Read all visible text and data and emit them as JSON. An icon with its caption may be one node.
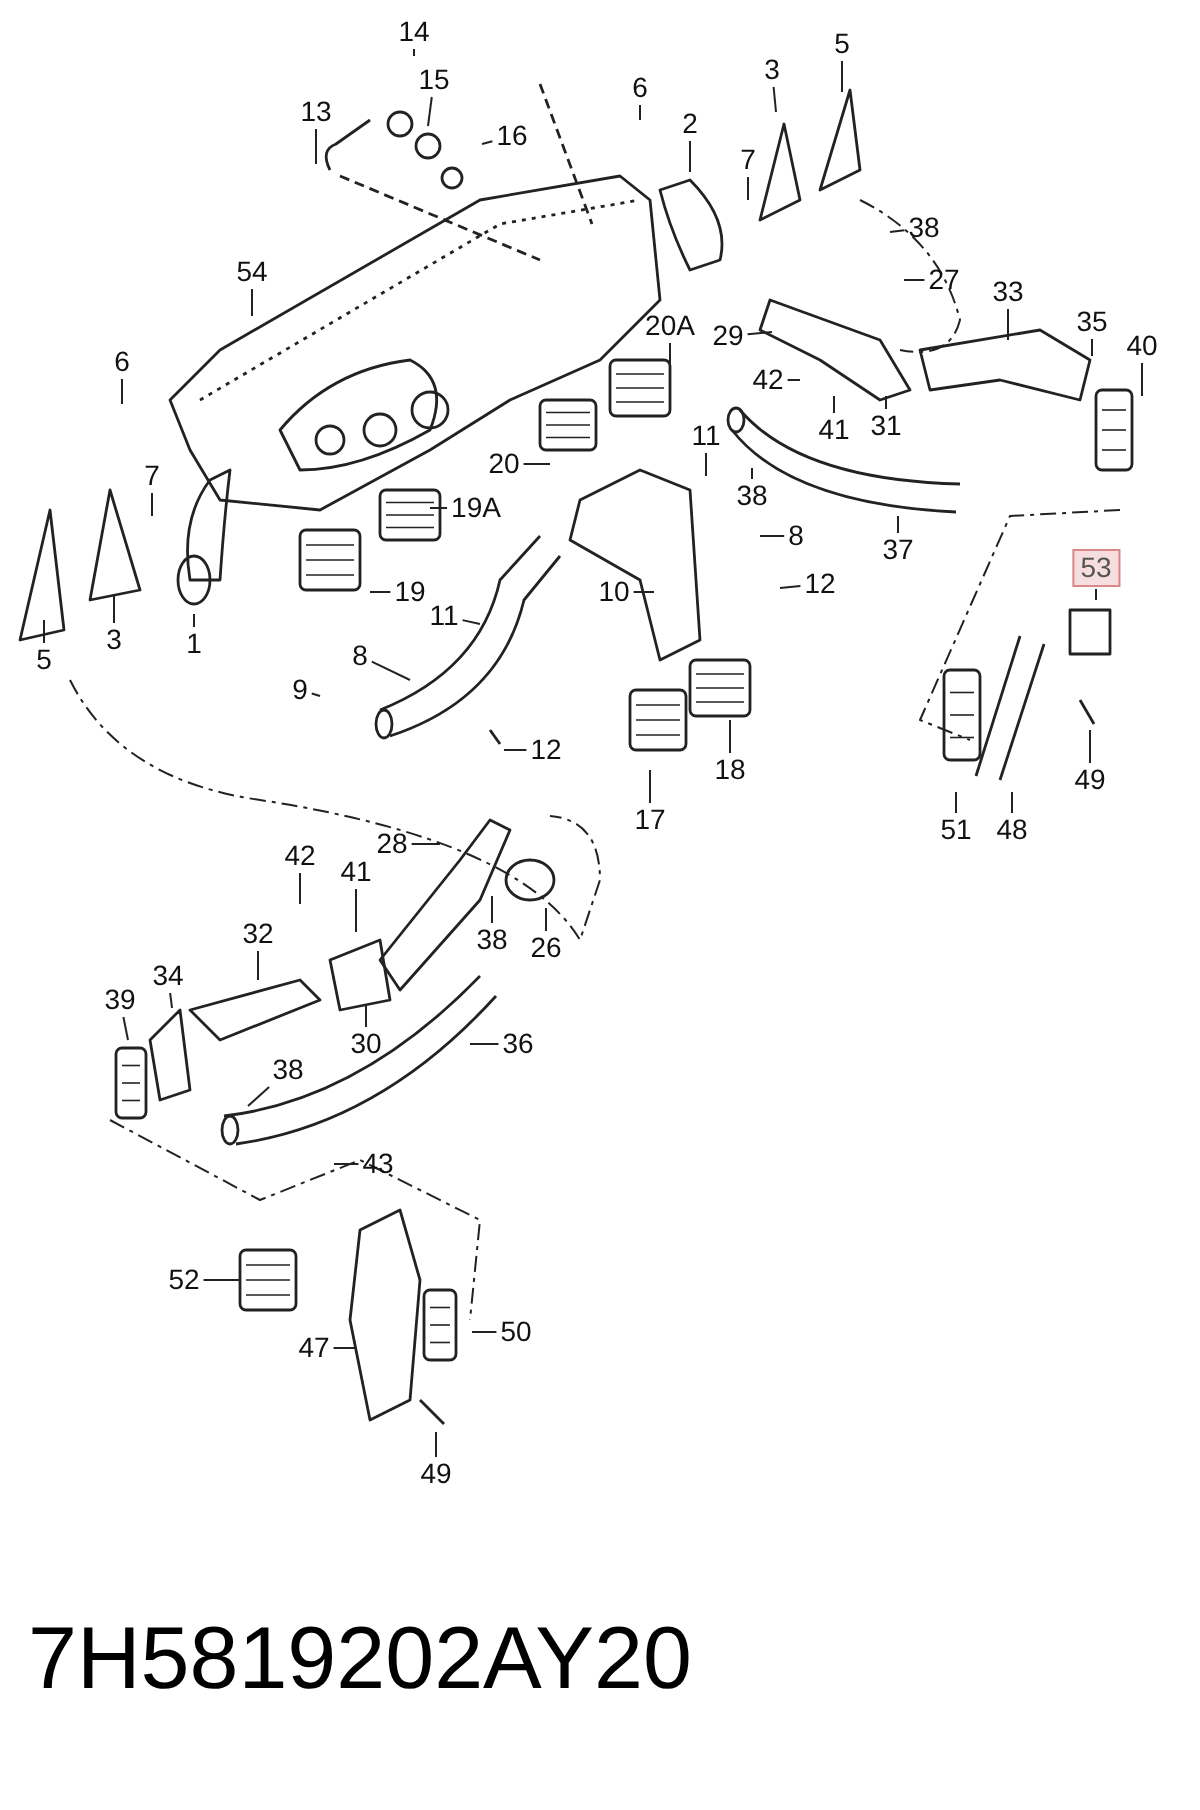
{
  "diagram": {
    "caption": "7H5819202AY20",
    "nodes": [
      {
        "text": [
          "14"
        ]
      },
      {
        "text": [
          "15"
        ]
      },
      {
        "text": [
          "13"
        ]
      },
      {
        "text": [
          "16"
        ]
      },
      {
        "text": [
          "6"
        ]
      },
      {
        "text": [
          "2"
        ]
      },
      {
        "text": [
          "3"
        ]
      },
      {
        "text": [
          "5"
        ]
      },
      {
        "text": [
          "7"
        ]
      },
      {
        "text": [
          "38"
        ]
      },
      {
        "text": [
          "27"
        ]
      },
      {
        "text": [
          "54"
        ]
      },
      {
        "text": [
          "33"
        ]
      },
      {
        "text": [
          "29"
        ]
      },
      {
        "text": [
          "20A"
        ]
      },
      {
        "text": [
          "35"
        ]
      },
      {
        "text": [
          "40"
        ]
      },
      {
        "text": [
          "42"
        ]
      },
      {
        "text": [
          "41"
        ]
      },
      {
        "text": [
          "31"
        ]
      },
      {
        "text": [
          "6"
        ]
      },
      {
        "text": [
          "20"
        ]
      },
      {
        "text": [
          "11"
        ]
      },
      {
        "text": [
          "7"
        ]
      },
      {
        "text": [
          "19A"
        ]
      },
      {
        "text": [
          "38"
        ]
      },
      {
        "text": [
          "8"
        ]
      },
      {
        "text": [
          "12"
        ]
      },
      {
        "text": [
          "5"
        ]
      },
      {
        "text": [
          "3"
        ]
      },
      {
        "text": [
          "1"
        ]
      },
      {
        "text": [
          "37"
        ]
      },
      {
        "text": [
          "19"
        ]
      },
      {
        "text": [
          "10"
        ]
      },
      {
        "text": [
          "53"
        ]
      },
      {
        "text": [
          "11"
        ]
      },
      {
        "text": [
          "8"
        ]
      },
      {
        "text": [
          "9"
        ]
      },
      {
        "text": [
          "12"
        ]
      },
      {
        "text": [
          "17"
        ]
      },
      {
        "text": [
          "18"
        ]
      },
      {
        "text": [
          "49"
        ]
      },
      {
        "text": [
          "51"
        ]
      },
      {
        "text": [
          "48"
        ]
      },
      {
        "text": [
          "28"
        ]
      },
      {
        "text": [
          "42"
        ]
      },
      {
        "text": [
          "41"
        ]
      },
      {
        "text": [
          "38"
        ]
      },
      {
        "text": [
          "26"
        ]
      },
      {
        "text": [
          "32"
        ]
      },
      {
        "text": [
          "34"
        ]
      },
      {
        "text": [
          "30"
        ]
      },
      {
        "text": [
          "39"
        ]
      },
      {
        "text": [
          "36"
        ]
      },
      {
        "text": [
          "38"
        ]
      },
      {
        "text": [
          "43"
        ]
      },
      {
        "text": [
          "52"
        ]
      },
      {
        "text": [
          "50"
        ]
      },
      {
        "text": [
          "47"
        ]
      },
      {
        "text": [
          "49"
        ]
      }
    ],
    "edges": [
      {
        "from": 0,
        "to": null,
        "arrow": "none"
      },
      {
        "from": 1,
        "to": null,
        "arrow": "none"
      },
      {
        "from": 2,
        "to": null,
        "arrow": "none"
      },
      {
        "from": 3,
        "to": null,
        "arrow": "none"
      },
      {
        "from": 4,
        "to": null,
        "arrow": "none"
      },
      {
        "from": 5,
        "to": null,
        "arrow": "none"
      },
      {
        "from": 6,
        "to": null,
        "arrow": "none"
      },
      {
        "from": 7,
        "to": null,
        "arrow": "none"
      },
      {
        "from": 8,
        "to": null,
        "arrow": "none"
      },
      {
        "from": 9,
        "to": null,
        "arrow": "none"
      },
      {
        "from": 10,
        "to": null,
        "arrow": "none"
      },
      {
        "from": 11,
        "to": null,
        "arrow": "none"
      },
      {
        "from": 12,
        "to": null,
        "arrow": "none"
      },
      {
        "from": 13,
        "to": null,
        "arrow": "none"
      },
      {
        "from": 14,
        "to": null,
        "arrow": "none"
      },
      {
        "from": 15,
        "to": null,
        "arrow": "none"
      },
      {
        "from": 16,
        "to": null,
        "arrow": "none"
      },
      {
        "from": 17,
        "to": null,
        "arrow": "none"
      },
      {
        "from": 18,
        "to": null,
        "arrow": "none"
      },
      {
        "from": 19,
        "to": null,
        "arrow": "none"
      },
      {
        "from": 20,
        "to": null,
        "arrow": "none"
      },
      {
        "from": 21,
        "to": null,
        "arrow": "none"
      },
      {
        "from": 22,
        "to": null,
        "arrow": "none"
      },
      {
        "from": 23,
        "to": null,
        "arrow": "none"
      },
      {
        "from": 24,
        "to": null,
        "arrow": "none"
      },
      {
        "from": 25,
        "to": null,
        "arrow": "none"
      },
      {
        "from": 26,
        "to": null,
        "arrow": "none"
      },
      {
        "from": 27,
        "to": null,
        "arrow": "none"
      },
      {
        "from": 28,
        "to": null,
        "arrow": "none"
      },
      {
        "from": 29,
        "to": null,
        "arrow": "none"
      },
      {
        "from": 30,
        "to": null,
        "arrow": "none"
      },
      {
        "from": 31,
        "to": null,
        "arrow": "none"
      },
      {
        "from": 32,
        "to": null,
        "arrow": "none"
      },
      {
        "from": 33,
        "to": null,
        "arrow": "none"
      },
      {
        "from": 34,
        "to": null,
        "arrow": "none"
      },
      {
        "from": 35,
        "to": null,
        "arrow": "none"
      },
      {
        "from": 36,
        "to": null,
        "arrow": "none"
      },
      {
        "from": 37,
        "to": null,
        "arrow": "none"
      },
      {
        "from": 38,
        "to": null,
        "arrow": "none"
      },
      {
        "from": 39,
        "to": null,
        "arrow": "none"
      },
      {
        "from": 40,
        "to": null,
        "arrow": "none"
      },
      {
        "from": 41,
        "to": null,
        "arrow": "none"
      },
      {
        "from": 42,
        "to": null,
        "arrow": "none"
      },
      {
        "from": 43,
        "to": null,
        "arrow": "none"
      },
      {
        "from": 44,
        "to": null,
        "arrow": "none"
      },
      {
        "from": 45,
        "to": null,
        "arrow": "none"
      },
      {
        "from": 46,
        "to": null,
        "arrow": "none"
      },
      {
        "from": 47,
        "to": null,
        "arrow": "none"
      },
      {
        "from": 48,
        "to": null,
        "arrow": "none"
      },
      {
        "from": 49,
        "to": null,
        "arrow": "none"
      },
      {
        "from": 50,
        "to": null,
        "arrow": "none"
      },
      {
        "from": 51,
        "to": null,
        "arrow": "none"
      },
      {
        "from": 52,
        "to": null,
        "arrow": "none"
      },
      {
        "from": 53,
        "to": null,
        "arrow": "none"
      },
      {
        "from": 54,
        "to": null,
        "arrow": "none"
      },
      {
        "from": 55,
        "to": null,
        "arrow": "none"
      },
      {
        "from": 56,
        "to": null,
        "arrow": "none"
      },
      {
        "from": 57,
        "to": null,
        "arrow": "none"
      },
      {
        "from": 58,
        "to": null,
        "arrow": "none"
      },
      {
        "from": 59,
        "to": null,
        "arrow": "none"
      }
    ]
  }
}
